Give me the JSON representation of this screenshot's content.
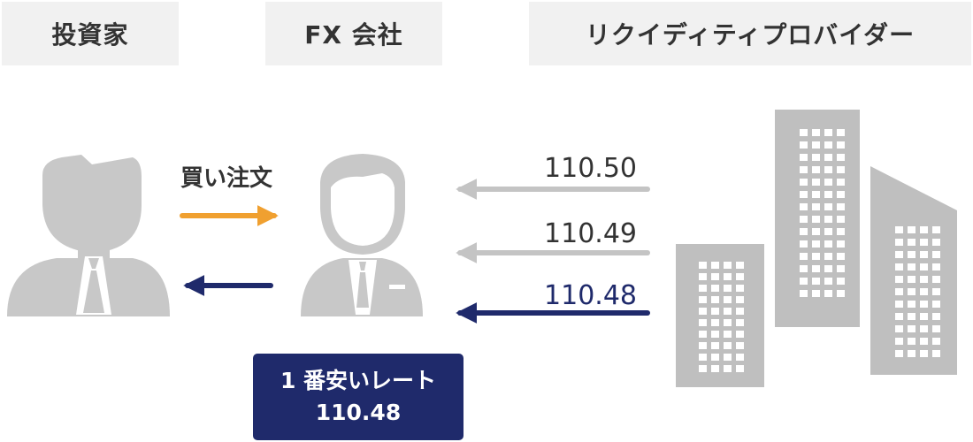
{
  "headers": {
    "investor": "投資家",
    "fx_company": "FX 会社",
    "liquidity_provider": "リクイディティプロバイダー"
  },
  "order_label": "買い注文",
  "quotes": [
    "110.50",
    "110.49",
    "110.48"
  ],
  "best_rate": {
    "label": "1 番安いレート",
    "value": "110.48"
  },
  "colors": {
    "header_bg": "#f1f1f1",
    "person_gray": "#c8c8c8",
    "building_gray": "#bfbfbf",
    "order_arrow": "#f0a030",
    "navy": "#1f2a6b",
    "quote_text": "#333333"
  }
}
